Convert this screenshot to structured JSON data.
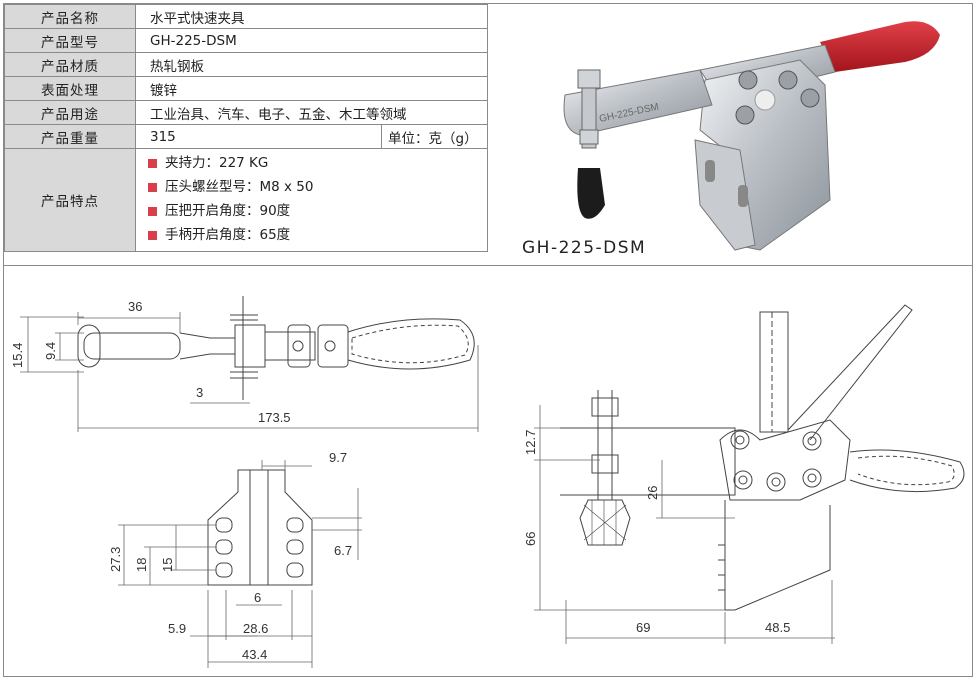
{
  "specs": {
    "name_label": "产品名称",
    "name_value": "水平式快速夹具",
    "model_label": "产品型号",
    "model_value": "GH-225-DSM",
    "material_label": "产品材质",
    "material_value": "热轧钢板",
    "surface_label": "表面处理",
    "surface_value": "镀锌",
    "usage_label": "产品用途",
    "usage_value": "工业治具、汽车、电子、五金、木工等领域",
    "weight_label": "产品重量",
    "weight_value": "315",
    "unit_text": "单位：克（g）",
    "features_label": "产品特点",
    "features": [
      "夹持力：227 KG",
      "压头螺丝型号：M8 x 50",
      "压把开启角度：90度",
      "手柄开启角度：65度"
    ]
  },
  "photo": {
    "caption": "GH-225-DSM",
    "engraving": "GH-225-DSM",
    "handle_color": "#c8202a"
  },
  "drawing": {
    "top_view": {
      "d_36": "36",
      "d_15_4": "15.4",
      "d_9_4": "9.4",
      "d_3": "3",
      "d_173_5": "173.5"
    },
    "base_view": {
      "d_9_7": "9.7",
      "d_6_7": "6.7",
      "d_27_3": "27.3",
      "d_18": "18",
      "d_15": "15",
      "d_6": "6",
      "d_5_9": "5.9",
      "d_28_6": "28.6",
      "d_43_4": "43.4"
    },
    "side_view": {
      "d_12_7": "12.7",
      "d_26": "26",
      "d_66": "66",
      "d_69": "69",
      "d_48_5": "48.5"
    }
  }
}
